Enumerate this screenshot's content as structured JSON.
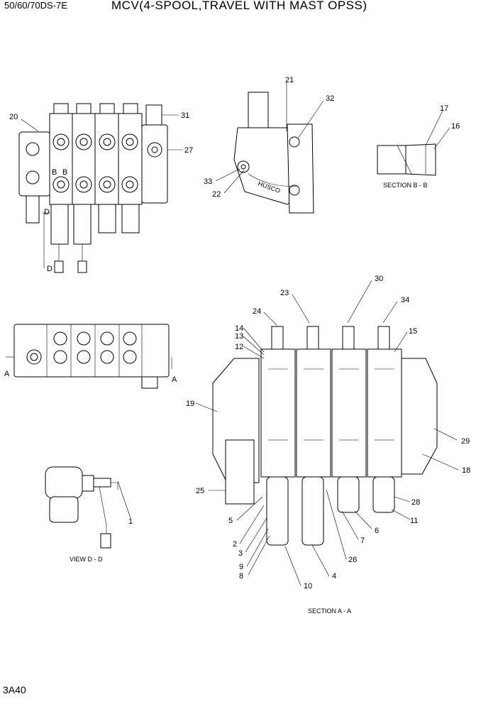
{
  "header": {
    "model": "50/60/70DS-7E",
    "title": "MCV(4-SPOOL,TRAVEL WITH MAST OPSS)"
  },
  "page_id": "3A40",
  "views": {
    "section_bb": "SECTION B - B",
    "view_dd": "VIEW D - D",
    "section_aa": "SECTION A - A"
  },
  "marks": {
    "b": "B",
    "d": "D",
    "a": "A",
    "casting": "HUSCO"
  },
  "callouts": {
    "c1": "1",
    "c2": "2",
    "c3": "3",
    "c4": "4",
    "c5": "5",
    "c6": "6",
    "c7": "7",
    "c8": "8",
    "c9": "9",
    "c10": "10",
    "c11": "11",
    "c12": "12",
    "c13": "13",
    "c14": "14",
    "c15": "15",
    "c16": "16",
    "c17": "17",
    "c18": "18",
    "c19": "19",
    "c20": "20",
    "c21": "21",
    "c22": "22",
    "c23": "23",
    "c24": "24",
    "c25": "25",
    "c26": "26",
    "c27": "27",
    "c28": "28",
    "c29": "29",
    "c30": "30",
    "c31": "31",
    "c32": "32",
    "c33": "33",
    "c34": "34"
  }
}
